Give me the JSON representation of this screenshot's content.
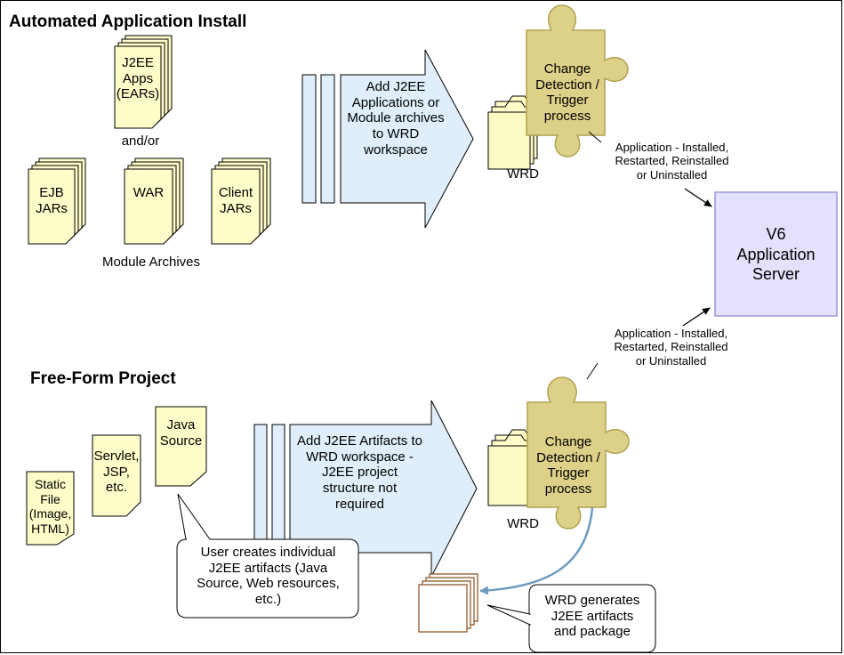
{
  "section1": {
    "title": "Automated Application Install",
    "ear_doc": [
      "J2EE",
      "Apps",
      "(EARs)"
    ],
    "andor": "and/or",
    "ejb_doc": [
      "EJB",
      "JARs"
    ],
    "war_doc": "WAR",
    "client_doc": [
      "Client",
      "JARs"
    ],
    "module_archives": "Module Archives",
    "arrow_text": [
      "Add J2EE",
      "Applications or",
      "Module archives",
      "to WRD",
      "workspace"
    ],
    "puzzle_text": [
      "Change",
      "Detection /",
      "Trigger",
      "process"
    ],
    "folder_label": "WRD",
    "server_msg": [
      "Application - Installed,",
      "Restarted, Reinstalled",
      "or Uninstalled"
    ]
  },
  "server": {
    "lines": [
      "V6",
      "Application",
      "Server"
    ]
  },
  "section2": {
    "title": "Free-Form Project",
    "java_doc": [
      "Java",
      "Source"
    ],
    "servlet_doc": [
      "Servlet,",
      "JSP,",
      "etc."
    ],
    "static_doc": [
      "Static",
      "File",
      "(Image,",
      "HTML)"
    ],
    "arrow_text": [
      "Add J2EE Artifacts to",
      "WRD workspace -",
      "J2EE project",
      "structure not",
      "required"
    ],
    "puzzle_text": [
      "Change",
      "Detection /",
      "Trigger",
      "process"
    ],
    "folder_label": "WRD",
    "server_msg": [
      "Application - Installed,",
      "Restarted, Reinstalled",
      "or Uninstalled"
    ],
    "user_callout": [
      "User creates individual",
      "J2EE artifacts (Java",
      "Source, Web resources,",
      "etc.)"
    ],
    "wrd_callout": [
      "WRD generates",
      "J2EE artifacts",
      "and package"
    ]
  },
  "colors": {
    "doc_fill": "#fefcc8",
    "arrow_fill": "#dfeefa",
    "puzzle_fill": "#ddd088",
    "server_fill": "#e3e1fb",
    "server_border": "#9a96dc",
    "curve": "#6e9cc0",
    "output_doc_border": "#8a4f1e"
  }
}
